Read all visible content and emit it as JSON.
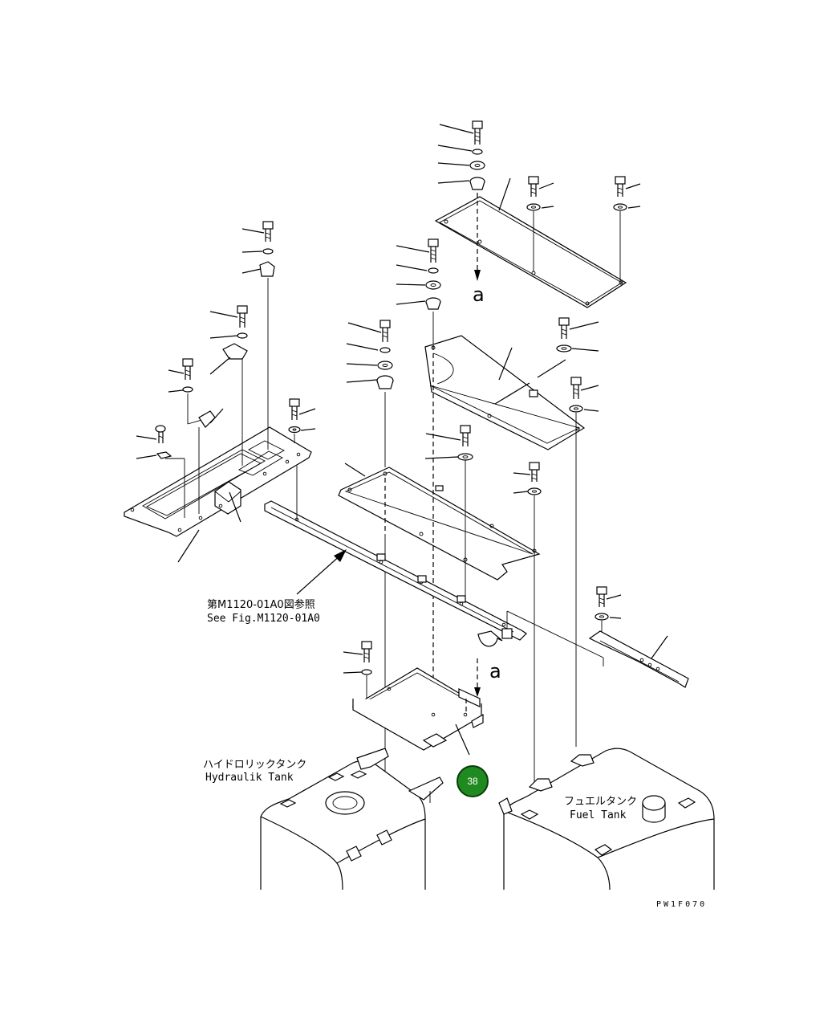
{
  "reference_label_jp": "第M1120-01A0図参照",
  "reference_label_en": "See Fig.M1120-01A0",
  "hydraulic_tank_jp": "ハイドロリックタンク",
  "hydraulic_tank_en": "Hydraulik Tank",
  "fuel_tank_jp": "フュエルタンク",
  "fuel_tank_en": "Fuel Tank",
  "view_marker_top": "a",
  "view_marker_bottom": "a",
  "callout_number": "38",
  "drawing_code": "PW1F070",
  "colors": {
    "callout_fill": "#1f8a1f",
    "callout_border": "#0a3d0a",
    "line": "#000000"
  }
}
